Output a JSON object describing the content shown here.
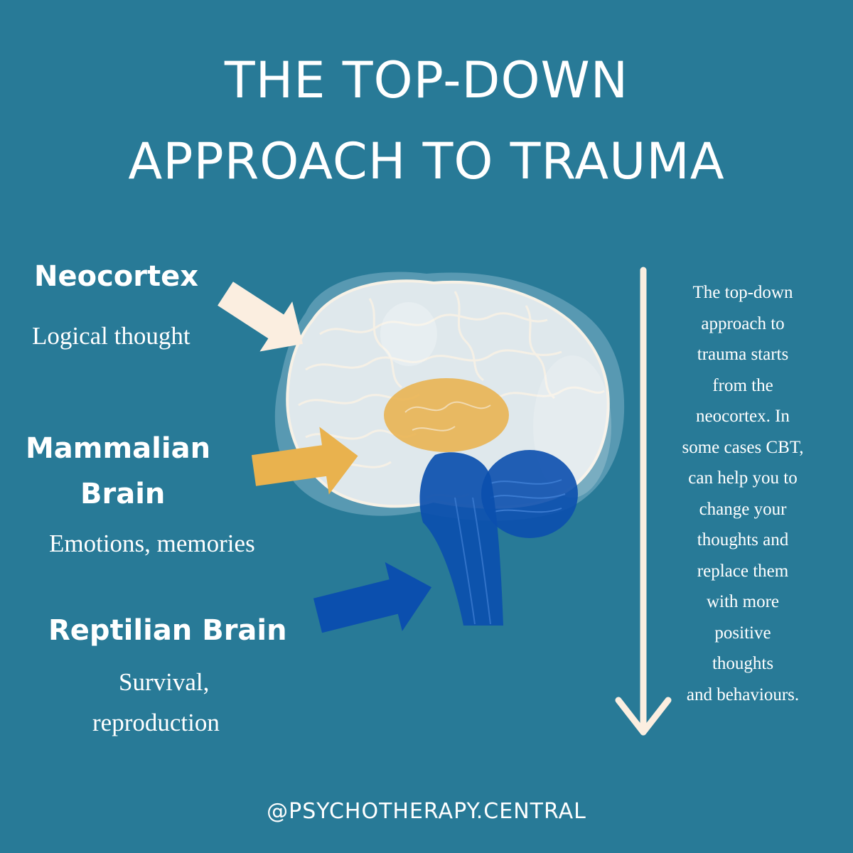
{
  "title": {
    "line1": "THE TOP-DOWN",
    "line2": "APPROACH TO TRAUMA"
  },
  "regions": {
    "neocortex": {
      "heading": "Neocortex",
      "desc": "Logical thought"
    },
    "mammalian": {
      "heading_line1": "Mammalian",
      "heading_line2": "Brain",
      "desc": "Emotions, memories"
    },
    "reptilian": {
      "heading": "Reptilian Brain",
      "desc_line1": "Survival,",
      "desc_line2": "reproduction"
    }
  },
  "side_note": {
    "lines": [
      "The top-down",
      "approach to",
      "trauma starts",
      "from the",
      "neocortex. In",
      "some cases CBT,",
      "can help you to",
      "change your",
      "thoughts and",
      "replace them",
      "with more",
      "positive",
      "thoughts",
      "and behaviours."
    ]
  },
  "footer": {
    "handle": "@PSYCHOTHERAPY.CENTRAL"
  },
  "colors": {
    "background": "#287a97",
    "neocortex_arrow": "#fbeee0",
    "mammalian_arrow": "#e9b24e",
    "reptilian_arrow": "#0b4fae",
    "text": "#ffffff"
  },
  "icons": {
    "brain": "brain-illustration-icon",
    "down_arrow": "down-arrow-icon"
  }
}
